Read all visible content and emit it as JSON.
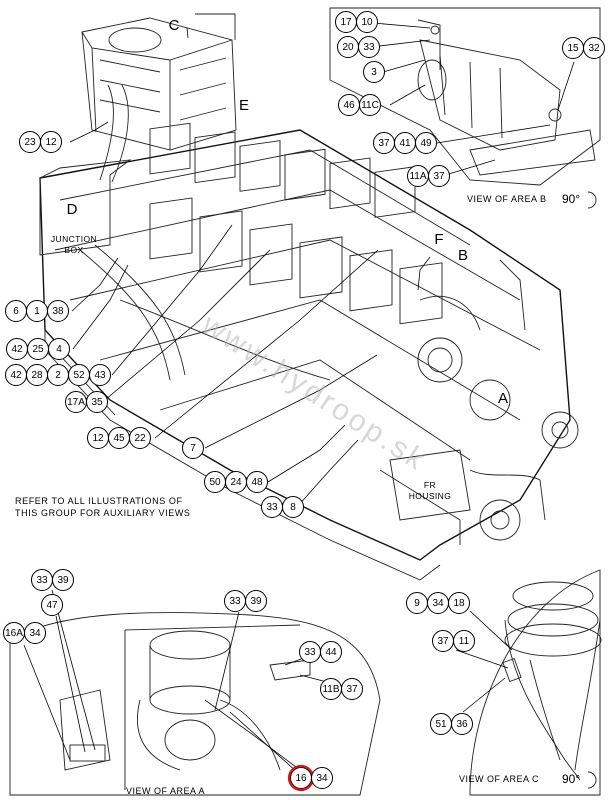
{
  "callouts": {
    "main": [
      {
        "id": "m1",
        "labels": [
          "23",
          "12"
        ]
      },
      {
        "id": "m2",
        "labels": [
          "6",
          "1",
          "38"
        ]
      },
      {
        "id": "m3",
        "labels": [
          "42",
          "25",
          "4"
        ]
      },
      {
        "id": "m4",
        "labels": [
          "42",
          "28",
          "2",
          "52",
          "43"
        ]
      },
      {
        "id": "m5",
        "labels": [
          "17A",
          "35"
        ]
      },
      {
        "id": "m6",
        "labels": [
          "12",
          "45",
          "22"
        ]
      },
      {
        "id": "m7",
        "labels": [
          "7"
        ]
      },
      {
        "id": "m8",
        "labels": [
          "50",
          "24",
          "48"
        ]
      },
      {
        "id": "m9",
        "labels": [
          "33",
          "8"
        ]
      }
    ],
    "view_b": [
      {
        "id": "b1",
        "labels": [
          "17",
          "10"
        ]
      },
      {
        "id": "b2",
        "labels": [
          "20",
          "33"
        ]
      },
      {
        "id": "b3",
        "labels": [
          "3"
        ]
      },
      {
        "id": "b4",
        "labels": [
          "46",
          "11C"
        ]
      },
      {
        "id": "b5",
        "labels": [
          "15",
          "32"
        ]
      },
      {
        "id": "b6",
        "labels": [
          "37",
          "41",
          "49"
        ]
      },
      {
        "id": "b7",
        "labels": [
          "11A",
          "37"
        ]
      }
    ],
    "view_a": [
      {
        "id": "a1",
        "labels": [
          "33",
          "39"
        ]
      },
      {
        "id": "a2",
        "labels": [
          "47"
        ]
      },
      {
        "id": "a3",
        "labels": [
          "16A",
          "34"
        ]
      },
      {
        "id": "a4",
        "labels": [
          "33",
          "39"
        ]
      },
      {
        "id": "a5",
        "labels": [
          "33",
          "44"
        ]
      },
      {
        "id": "a6",
        "labels": [
          "11B",
          "37"
        ]
      },
      {
        "id": "a7",
        "labels": [
          "16",
          "34"
        ]
      }
    ],
    "view_c": [
      {
        "id": "c1",
        "labels": [
          "9",
          "34",
          "18"
        ]
      },
      {
        "id": "c2",
        "labels": [
          "37",
          "11"
        ]
      },
      {
        "id": "c3",
        "labels": [
          "51",
          "36"
        ]
      }
    ]
  },
  "area_letters": {
    "a": "A",
    "b": "B",
    "c": "C",
    "d": "D",
    "e": "E",
    "f": "F"
  },
  "labels": {
    "junction_box_1": "JUNCTION",
    "junction_box_2": "BOX",
    "housing_1": "FR",
    "housing_2": "HOUSING",
    "note_line1": "REFER TO ALL ILLUSTRATIONS OF",
    "note_line2": "THIS GROUP FOR AUXILIARY VIEWS",
    "view_b": "VIEW OF AREA  B",
    "view_a": "VIEW OF AREA  A",
    "view_c": "VIEW OF AREA  C",
    "rotation_b": "90°",
    "rotation_c": "90°",
    "watermark": "www.hydroop.sk"
  },
  "highlight": {
    "callout": "a7",
    "index": 0,
    "color": "#e01010"
  }
}
